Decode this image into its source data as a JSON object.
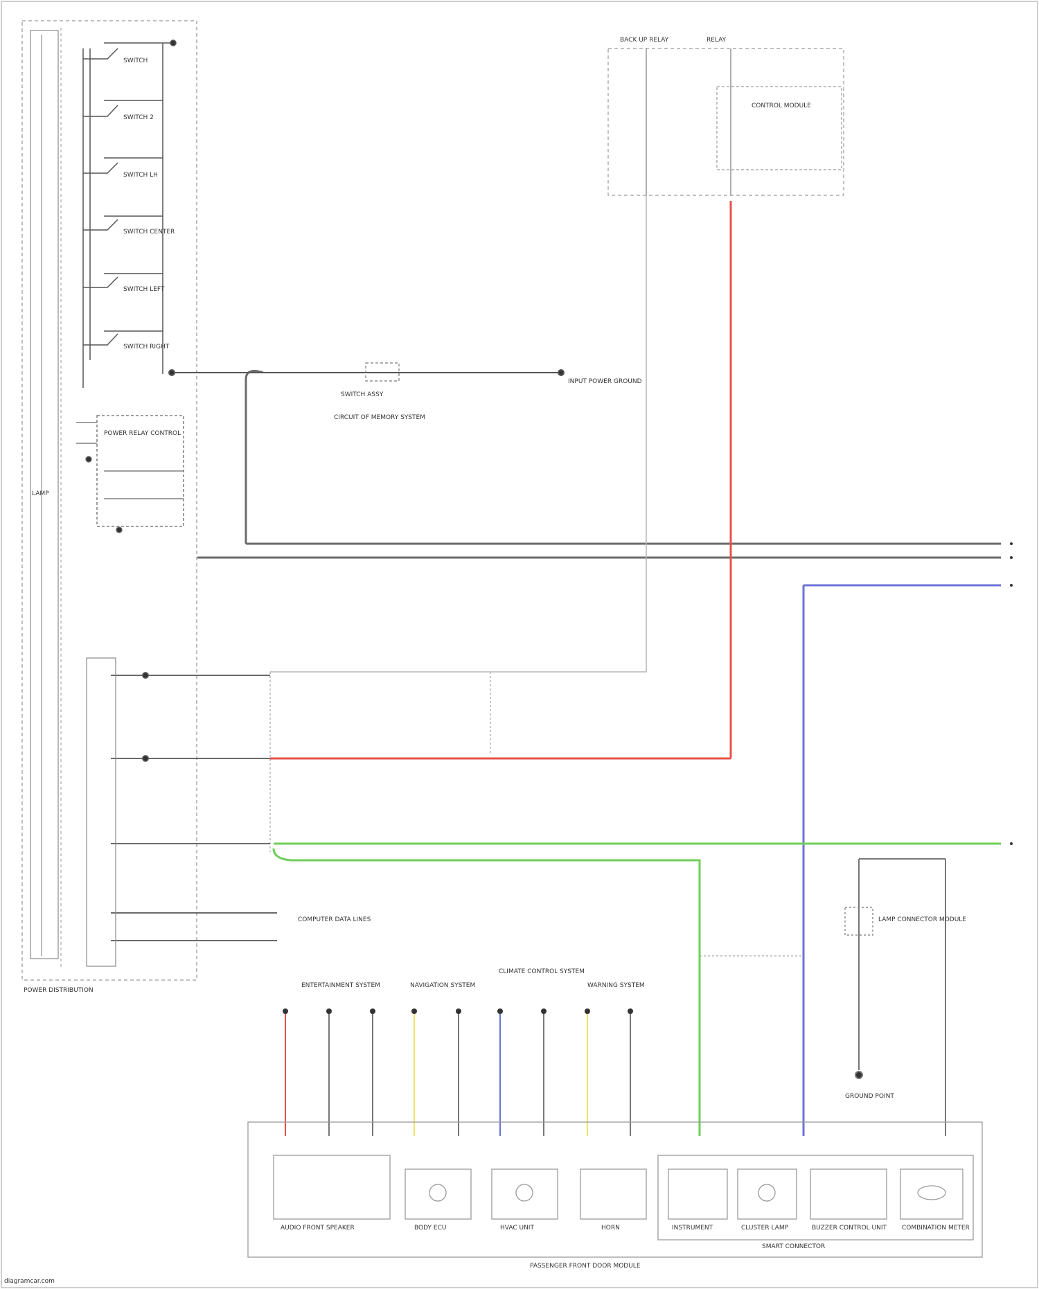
{
  "colors": {
    "red": "#e8504a",
    "green": "#6fcf5a",
    "blue": "#6b73d6",
    "yellow": "#f1e36a",
    "gray": "#6a6a6a",
    "light": "#bdbdbd",
    "border": "#b8b8b8"
  },
  "labels": {
    "power_distribution_box": "POWER DISTRIBUTION",
    "lamp_rail": "LAMP",
    "relay_area_top_left": "BACK UP RELAY",
    "relay_area_top_right": "RELAY",
    "relay_area_sub": "CONTROL MODULE",
    "left_switches": [
      "SWITCH",
      "SWITCH 2",
      "SWITCH LH",
      "SWITCH CENTER",
      "SWITCH LEFT",
      "SWITCH RIGHT"
    ],
    "power_relay_area": "POWER RELAY CONTROL",
    "middle_component": "SWITCH ASSY",
    "middle_component_sub": "CIRCUIT OF MEMORY SYSTEM",
    "middle_right": "INPUT POWER GROUND",
    "computer_link": "COMPUTER DATA LINES",
    "bottom_groups": [
      "ENTERTAINMENT SYSTEM",
      "NAVIGATION SYSTEM",
      "CLIMATE CONTROL SYSTEM",
      "WARNING SYSTEM"
    ],
    "bottom_boxes": [
      "AUDIO FRONT SPEAKER",
      "BODY ECU",
      "HVAC UNIT",
      "HORN",
      "INSTRUMENT",
      "CLUSTER LAMP",
      "BUZZER CONTROL UNIT",
      "COMBINATION METER"
    ],
    "bottom_panel": "PASSENGER FRONT DOOR MODULE",
    "inner_panel": "SMART CONNECTOR",
    "right_ground": "GROUND POINT",
    "right_comp": "LAMP CONNECTOR MODULE",
    "watermark": "diagramcar.com"
  }
}
